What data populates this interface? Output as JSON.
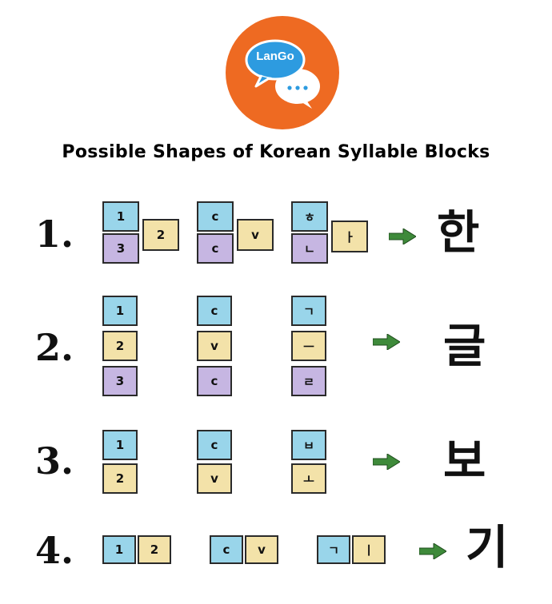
{
  "logo": {
    "text": "LanGo"
  },
  "title": "Possible Shapes of Korean Syllable Blocks",
  "rows": [
    {
      "number": "1.",
      "group1": [
        "1",
        "2",
        "3"
      ],
      "group2": [
        "c",
        "v",
        "c"
      ],
      "group3": [
        "ㅎ",
        "ㅏ",
        "ㄴ"
      ],
      "result": "한"
    },
    {
      "number": "2.",
      "group1": [
        "1",
        "2",
        "3"
      ],
      "group2": [
        "c",
        "v",
        "c"
      ],
      "group3": [
        "ㄱ",
        "ㅡ",
        "ㄹ"
      ],
      "result": "글"
    },
    {
      "number": "3.",
      "group1": [
        "1",
        "2"
      ],
      "group2": [
        "c",
        "v"
      ],
      "group3": [
        "ㅂ",
        "ㅗ"
      ],
      "result": "보"
    },
    {
      "number": "4.",
      "group1": [
        "1",
        "2"
      ],
      "group2": [
        "c",
        "v"
      ],
      "group3": [
        "ㄱ",
        "ㅣ"
      ],
      "result": "기"
    }
  ],
  "colors": {
    "block_blue": "#99d5ea",
    "block_yellow": "#f3e2a9",
    "block_purple": "#c6b6e2",
    "arrow_green": "#3e8a3a",
    "logo_orange": "#ee6a22"
  }
}
